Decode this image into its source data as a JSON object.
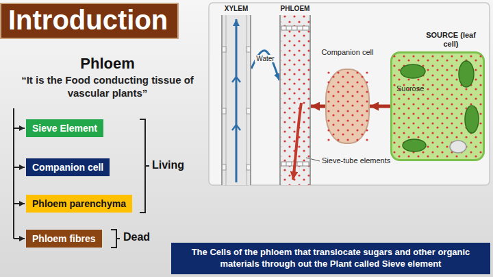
{
  "diagram": {
    "title": "Introduction",
    "caption": "The Cells of the phloem that translocate sugars and other organic materials through out the Plant called Sieve element",
    "nodes": [
      {
        "text": [
          "Sieve Element"
        ]
      },
      {
        "text": [
          "Companion cell"
        ]
      },
      {
        "text": [
          "Phloem parenchyma"
        ]
      },
      {
        "text": [
          "Phloem fibres"
        ]
      },
      {
        "text": [
          "XYLEM"
        ]
      },
      {
        "text": [
          "PHLOEM"
        ]
      },
      {
        "text": [
          "Companion cell"
        ]
      },
      {
        "text": [
          "SOURCE (leaf cell)",
          "Sucrose"
        ]
      }
    ],
    "edges": [
      {
        "from": 4,
        "to": 5,
        "arrow": "to",
        "label": "Water"
      },
      {
        "from": 7,
        "to": 6,
        "arrow": "to"
      },
      {
        "from": 6,
        "to": 5,
        "arrow": "to"
      }
    ],
    "labels": [
      "Phloem",
      "“It is the Food conducting tissue of vascular plants”",
      "Living",
      "Dead",
      "Sieve-tube elements"
    ]
  }
}
